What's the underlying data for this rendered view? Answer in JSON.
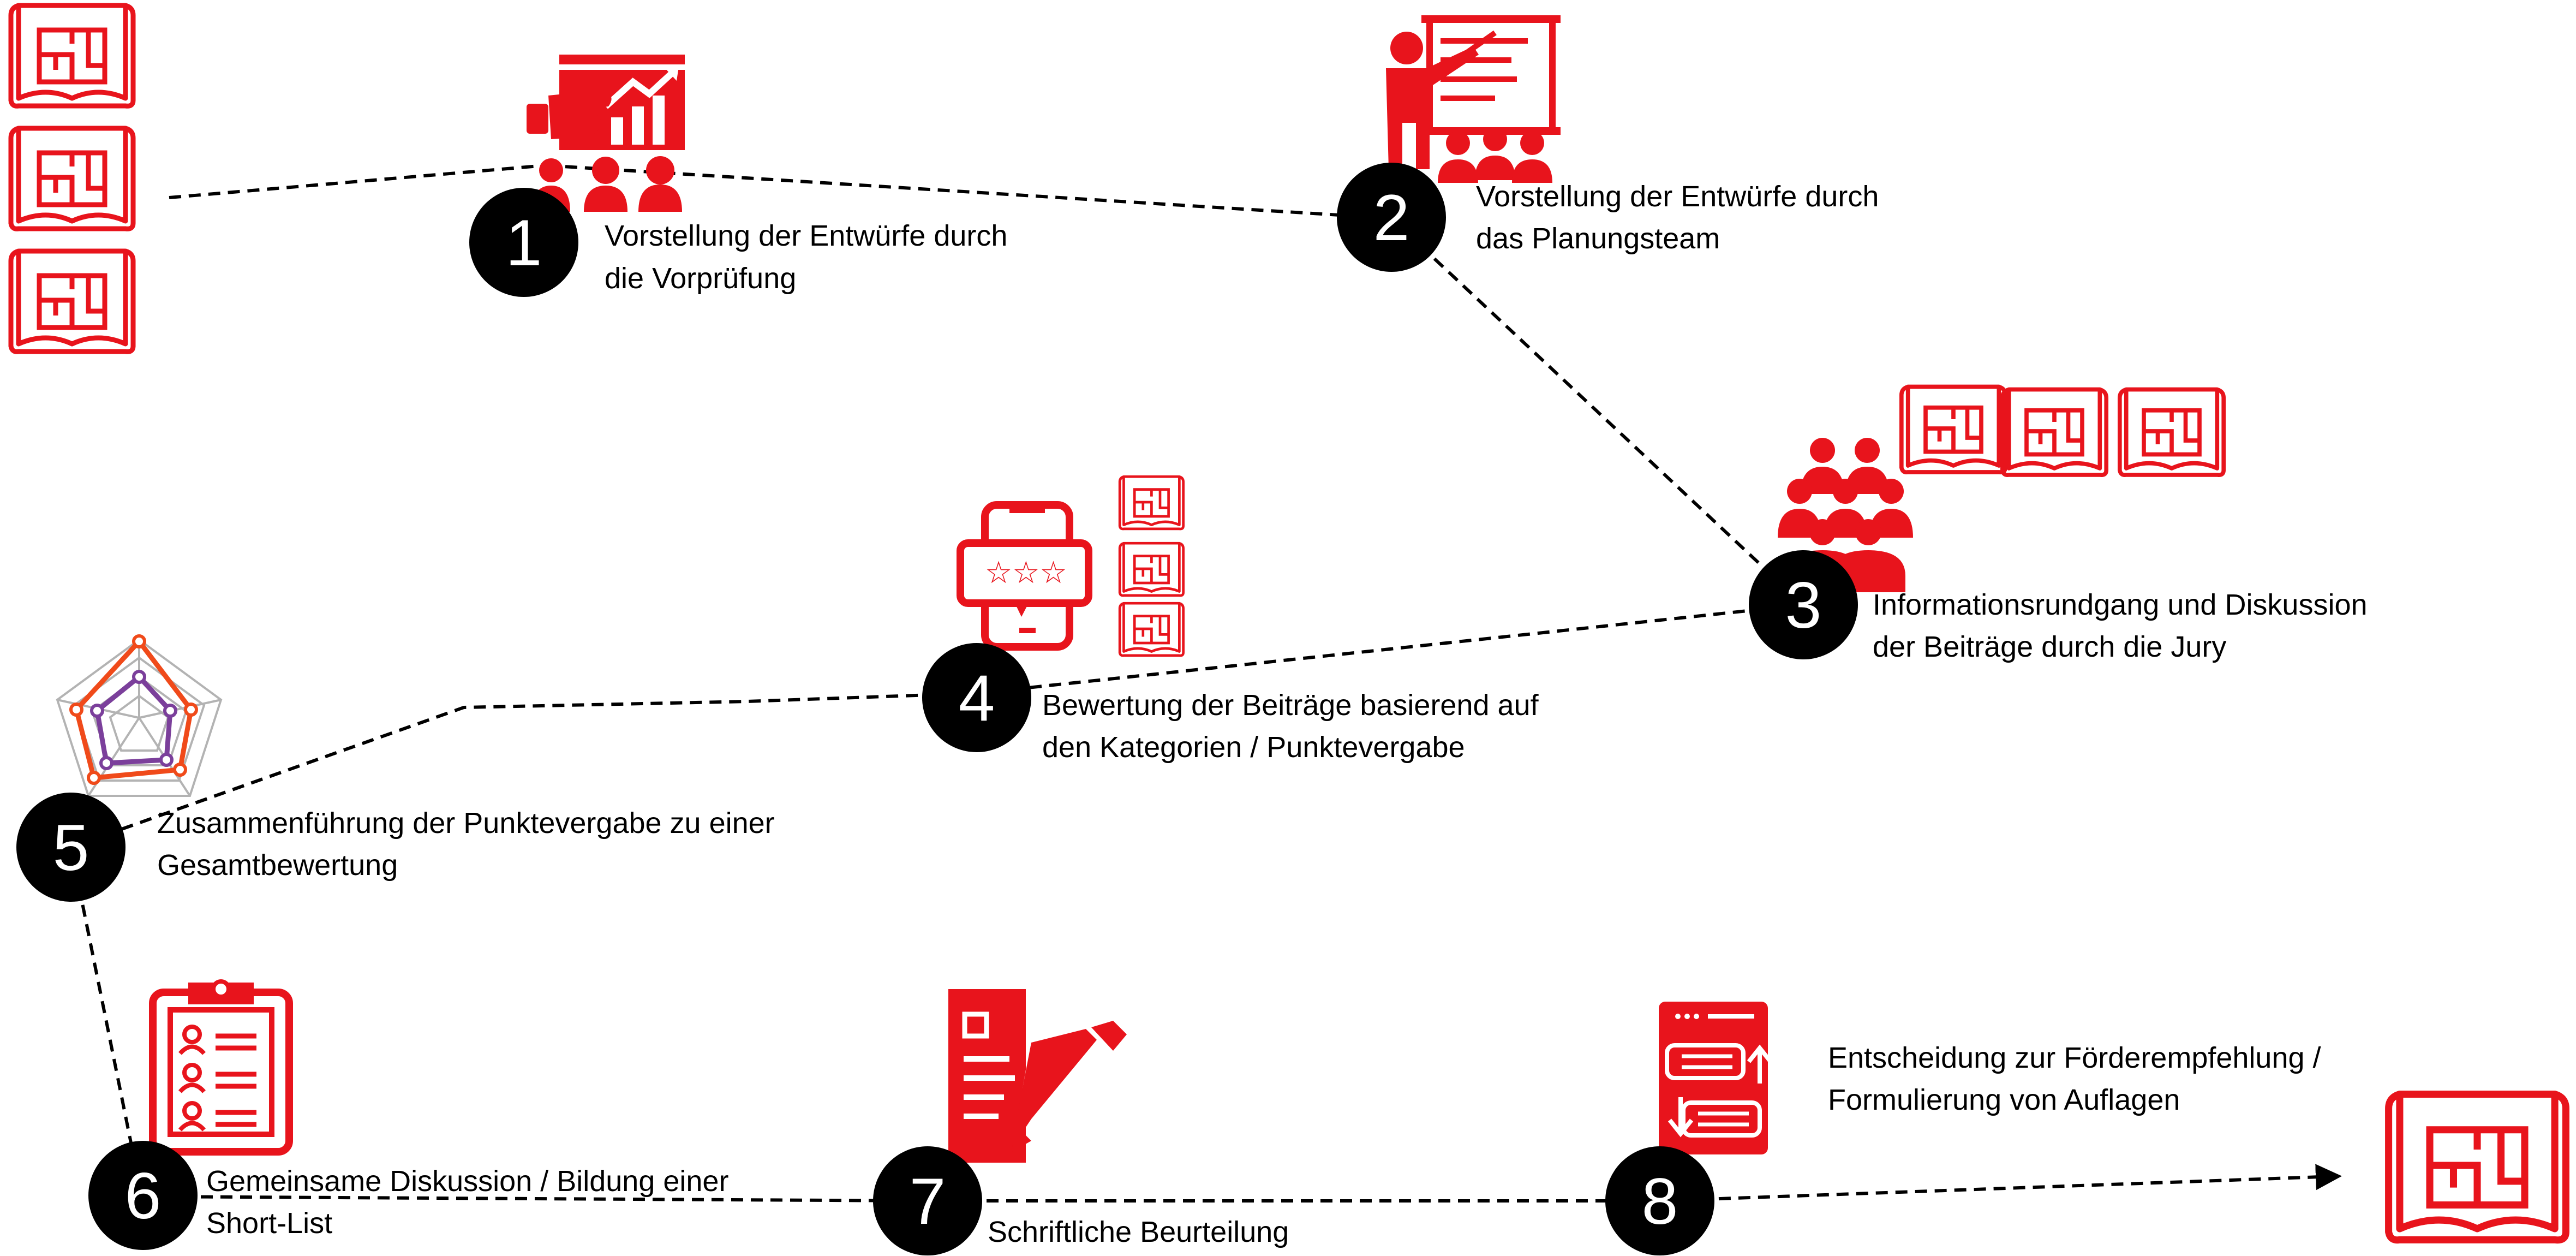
{
  "colors": {
    "accent": "#e8141c",
    "marker": "#000000",
    "line": "#000000",
    "radar_outer": "#f04a1a",
    "radar_inner": "#7b3f9b",
    "radar_grid": "#b3b3b3"
  },
  "steps": [
    {
      "number": "1",
      "line1": "Vorstellung der Entwürfe durch",
      "line2": "die Vorprüfung",
      "icon": "presentation-chart-icon"
    },
    {
      "number": "2",
      "line1": "Vorstellung der Entwürfe durch",
      "line2": "das Planungsteam",
      "icon": "presenter-audience-icon"
    },
    {
      "number": "3",
      "line1": "Informationsrundgang und Diskussion",
      "line2": "der Beiträge durch die Jury",
      "icon": "jury-group-icon"
    },
    {
      "number": "4",
      "line1": "Bewertung der Beiträge basierend auf",
      "line2": "den Kategorien / Punktevergabe",
      "icon": "phone-rating-icon"
    },
    {
      "number": "5",
      "line1": "Zusammenführung der Punktevergabe zu einer",
      "line2": "Gesamtbewertung",
      "icon": "radar-chart-icon"
    },
    {
      "number": "6",
      "line1": "Gemeinsame Diskussion / Bildung einer",
      "line2": "Short-List",
      "icon": "clipboard-list-icon"
    },
    {
      "number": "7",
      "line1": "Schriftliche Beurteilung",
      "line2": "",
      "icon": "document-pen-icon"
    },
    {
      "number": "8",
      "line1": "Entscheidung zur Förderempfehlung /",
      "line2": "Formulierung von Auflagen",
      "icon": "browser-sort-icon"
    }
  ]
}
